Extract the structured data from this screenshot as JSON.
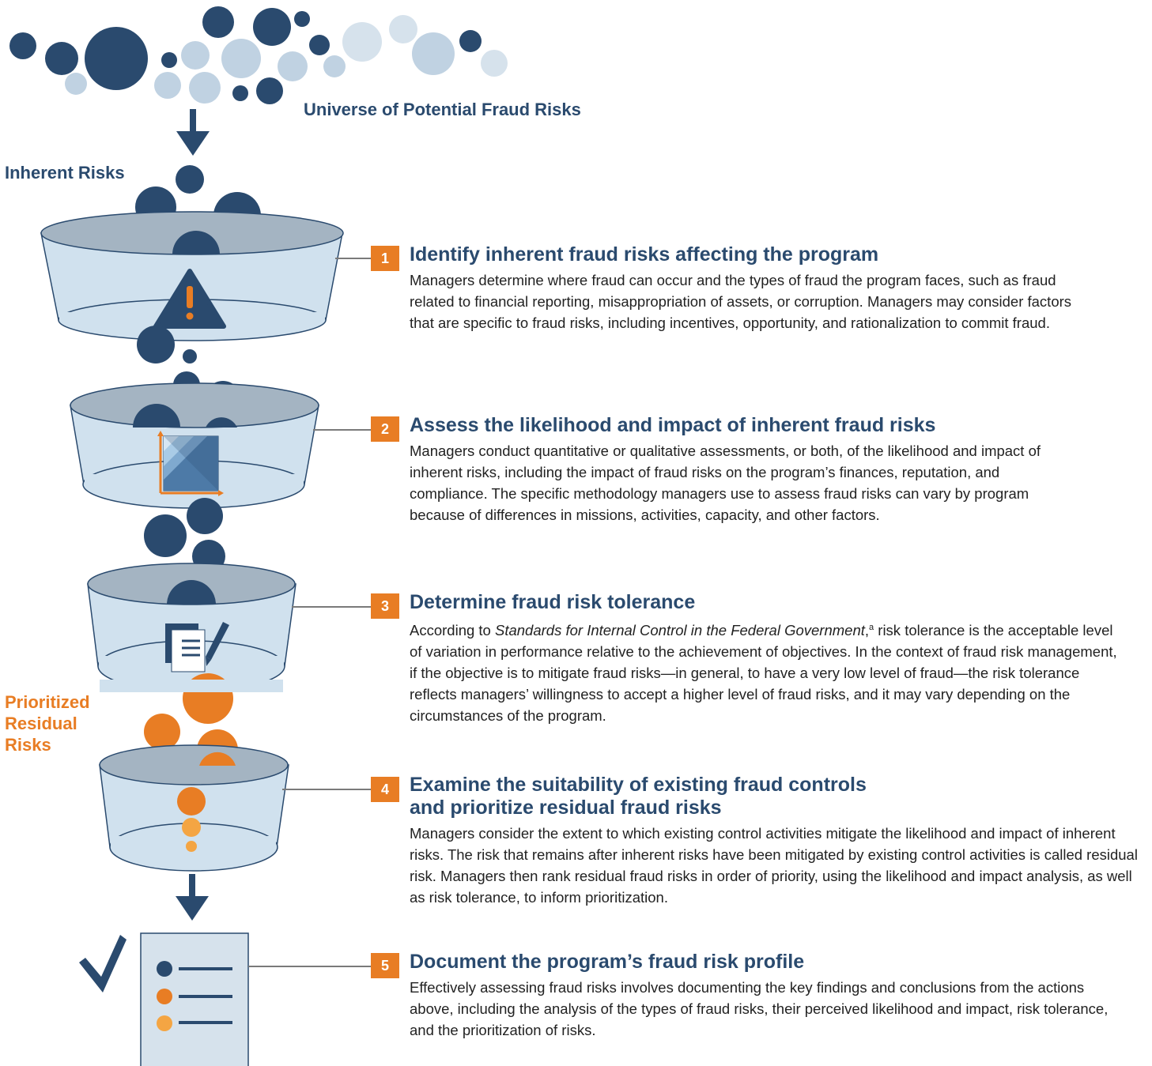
{
  "labels": {
    "universe": "Universe of Potential Fraud Risks",
    "inherent": "Inherent Risks",
    "prioritized_line1": "Prioritized",
    "prioritized_line2": "Residual",
    "prioritized_line3": "Risks"
  },
  "colors": {
    "navy": "#2a4a6e",
    "light_blue": "#c0d2e2",
    "funnel_body": "#d0e1ee",
    "funnel_rim": "#a4b4c2",
    "orange": "#e87d24",
    "light_orange": "#f4a543"
  },
  "steps": [
    {
      "number": "1",
      "title": "Identify inherent fraud risks affecting the program",
      "text": "Managers determine where fraud can occur and the types of fraud the program faces, such as fraud related to financial reporting, misappropriation of assets, or corruption. Managers may consider factors that are specific to fraud risks, including incentives, opportunity, and rationalization to commit fraud.",
      "icon": "warning-icon"
    },
    {
      "number": "2",
      "title": "Assess the likelihood and impact of inherent fraud risks",
      "text": "Managers conduct quantitative or qualitative assessments, or both, of the likelihood and impact of inherent risks, including the impact of fraud risks on the program’s finances, reputation, and compliance. The specific methodology managers use to assess fraud risks can vary by program because of differences in missions, activities, capacity, and other factors.",
      "icon": "risk-matrix-icon"
    },
    {
      "number": "3",
      "title": "Determine fraud risk tolerance",
      "text_prefix": "According to ",
      "text_italic": "Standards for Internal Control in the Federal Government",
      "text_sup": "a",
      "text_suffix": " risk tolerance is the acceptable level of variation in performance relative to the achievement of objectives. In the context of fraud risk management, if the objective is to mitigate fraud risks—in general, to have a very low level of fraud—the risk tolerance reflects managers’ willingness to accept a higher level of fraud risks, and it may vary depending on the circumstances of the program.",
      "icon": "document-pencil-icon"
    },
    {
      "number": "4",
      "title_line1": "Examine the suitability of existing fraud controls",
      "title_line2": "and prioritize residual fraud risks",
      "text": "Managers consider the extent to which existing control activities mitigate the likelihood and impact of inherent risks. The risk that remains after inherent risks have been mitigated by existing control activities is called residual risk. Managers then rank residual fraud risks in order of priority, using the likelihood and impact analysis, as well as risk tolerance, to inform prioritization.",
      "icon": "priority-dots-icon"
    },
    {
      "number": "5",
      "title": "Document the program’s fraud risk profile",
      "text": "Effectively assessing fraud risks involves documenting the key findings and conclusions from the actions above, including the analysis of the types of fraud risks, their perceived likelihood and impact, risk tolerance, and the prioritization of risks.",
      "icon": "checklist-document-icon"
    }
  ]
}
